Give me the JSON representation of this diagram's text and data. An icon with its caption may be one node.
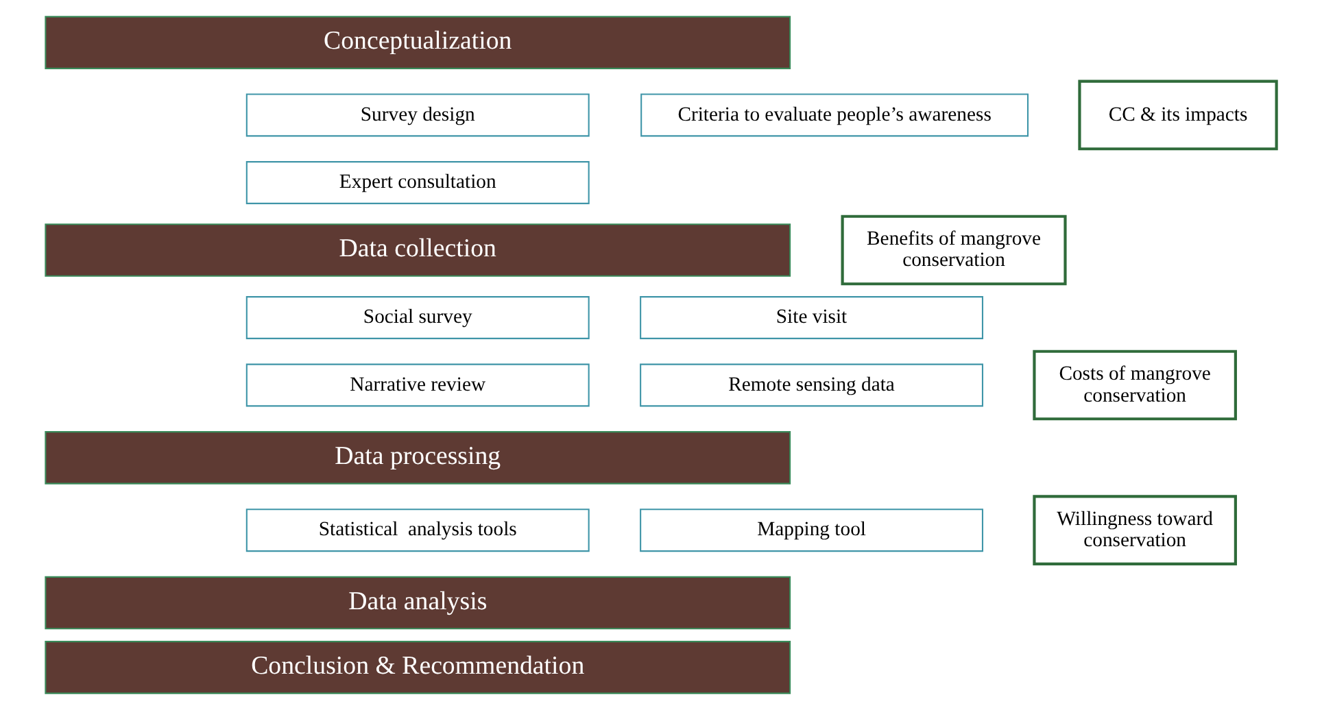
{
  "diagram": {
    "nodes": [
      {
        "text": [
          "Conceptualization"
        ]
      },
      {
        "text": [
          "Survey design"
        ]
      },
      {
        "text": [
          "Criteria to evaluate people’s awareness"
        ]
      },
      {
        "text": [
          "Expert consultation"
        ]
      },
      {
        "text": [
          "Data collection"
        ]
      },
      {
        "text": [
          "Social survey"
        ]
      },
      {
        "text": [
          "Site visit"
        ]
      },
      {
        "text": [
          "Narrative review"
        ]
      },
      {
        "text": [
          "Remote sensing data"
        ]
      },
      {
        "text": [
          "Data processing"
        ]
      },
      {
        "text": [
          "Statistical  analysis tools"
        ]
      },
      {
        "text": [
          "Mapping tool"
        ]
      },
      {
        "text": [
          "Data analysis"
        ]
      },
      {
        "text": [
          "Conclusion & Recommendation"
        ]
      },
      {
        "text": [
          "CC & its impacts"
        ]
      },
      {
        "text": [
          "Benefits of mangrove conservation"
        ]
      },
      {
        "text": [
          "Costs of mangrove conservation"
        ]
      },
      {
        "text": [
          "Willingness toward conservation"
        ]
      }
    ],
    "edges": []
  }
}
